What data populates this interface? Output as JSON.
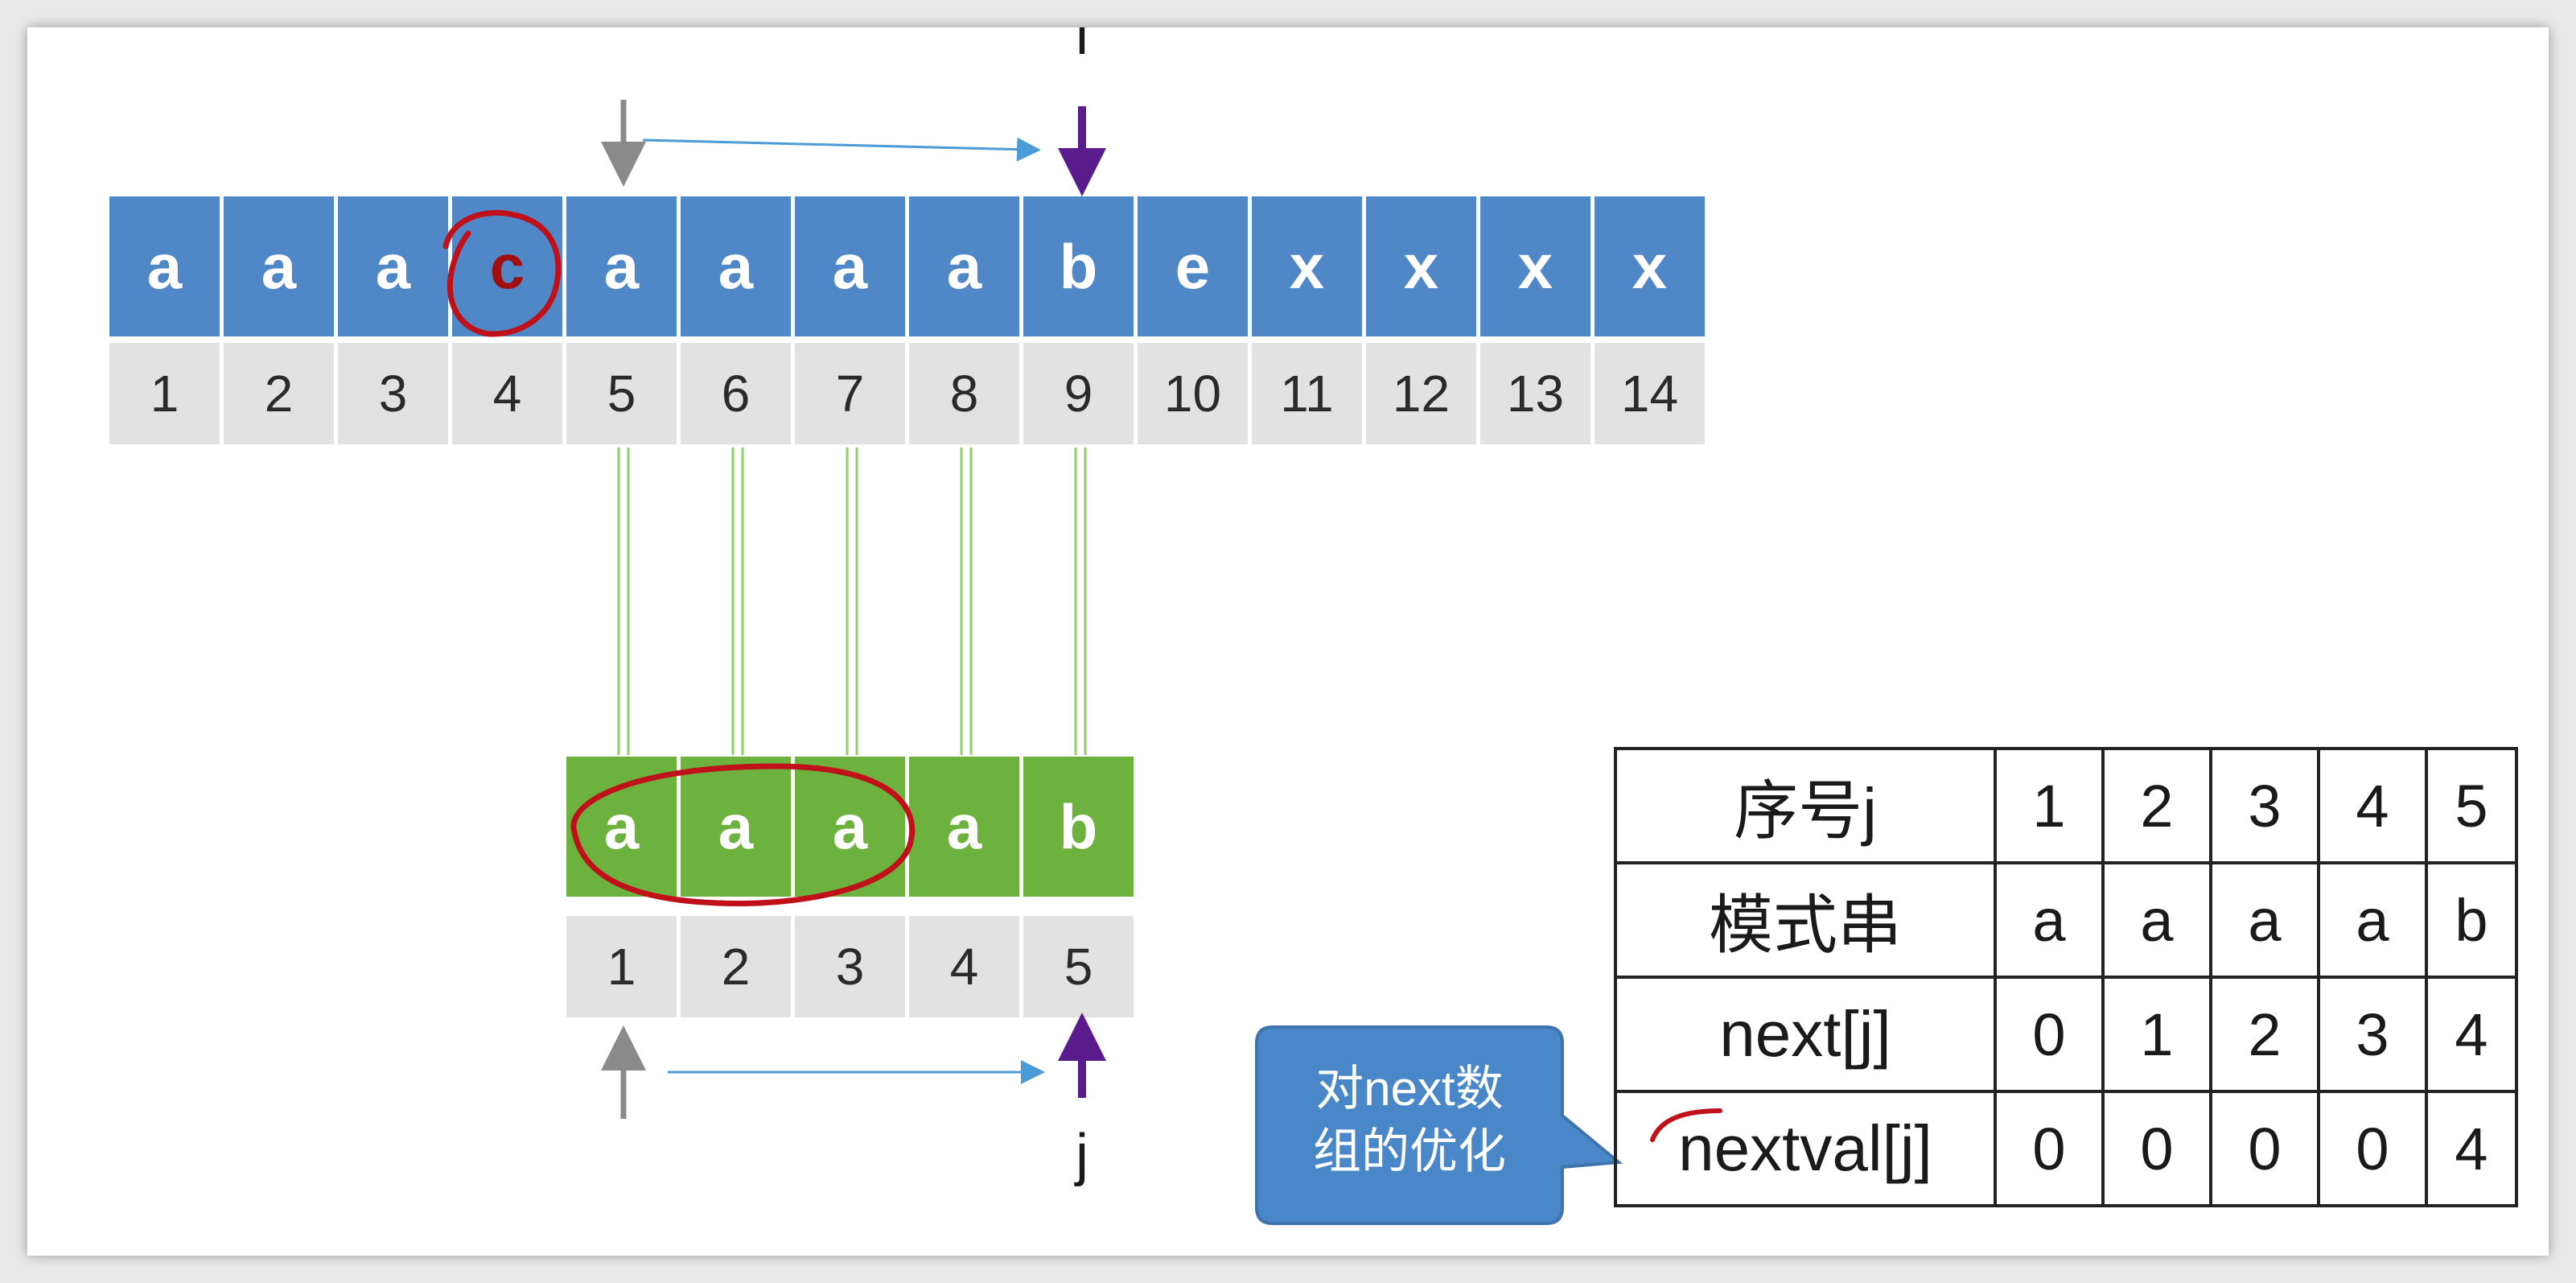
{
  "main_string": {
    "chars": [
      "a",
      "a",
      "a",
      "c",
      "a",
      "a",
      "a",
      "a",
      "b",
      "e",
      "x",
      "x",
      "x",
      "x"
    ],
    "indices": [
      "1",
      "2",
      "3",
      "4",
      "5",
      "6",
      "7",
      "8",
      "9",
      "10",
      "11",
      "12",
      "13",
      "14"
    ]
  },
  "pattern": {
    "chars": [
      "a",
      "a",
      "a",
      "a",
      "b"
    ],
    "indices": [
      "1",
      "2",
      "3",
      "4",
      "5"
    ]
  },
  "pointers": {
    "i_label": "i",
    "j_label": "j"
  },
  "table": {
    "rows": [
      {
        "header": "序号j",
        "values": [
          "1",
          "2",
          "3",
          "4",
          "5"
        ]
      },
      {
        "header": "模式串",
        "values": [
          "a",
          "a",
          "a",
          "a",
          "b"
        ]
      },
      {
        "header": "next[j]",
        "values": [
          "0",
          "1",
          "2",
          "3",
          "4"
        ]
      },
      {
        "header": "nextval[j]",
        "values": [
          "0",
          "0",
          "0",
          "0",
          "4"
        ]
      }
    ]
  },
  "callout": {
    "line1": "对next数",
    "line2": "组的优化"
  },
  "colors": {
    "main_cell": "#4f87c7",
    "pattern_cell": "#6db23f",
    "index_cell": "#e2e2e2",
    "pointer_purple": "#5a1c8c",
    "annotation_red": "#c0101a",
    "move_arrow_blue": "#4a9bd8",
    "callout_blue": "#4a87c8"
  }
}
